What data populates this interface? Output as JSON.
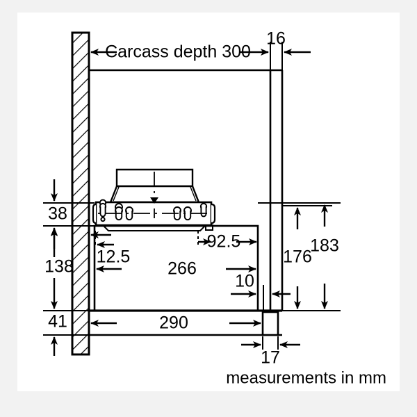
{
  "drawing": {
    "title": "Cooker hood installation dimension drawing",
    "units_note": "measurements in mm",
    "background_color": "#f2f2f2",
    "sheet_color": "#ffffff",
    "line_color": "#000000"
  },
  "dimensions": {
    "carcass_depth": "Carcass depth 300",
    "front_panel_thickness": "16",
    "top_offset": "38",
    "body_height": "138",
    "bottom_offset": "41",
    "inner_left_inset": "12.5",
    "inner_right_inset": "92.5",
    "inner_width": "266",
    "slide_out_depth": "290",
    "rear_gap": "10",
    "front_trim": "17",
    "height_to_underside": "176",
    "overall_height": "183"
  },
  "labels": {
    "footnote": "measurements in mm"
  },
  "parts": {
    "wall": "wall-section-hatched",
    "carcass_line": "carcass-depth-line",
    "front_panel": "front-panel",
    "hood_body": "hood-body-box",
    "motor_housing": "motor-housing",
    "mounting_plate": "mounting-plate",
    "slide_out_drawer": "slide-out-drawer",
    "front_trim_block": "front-trim-block"
  }
}
